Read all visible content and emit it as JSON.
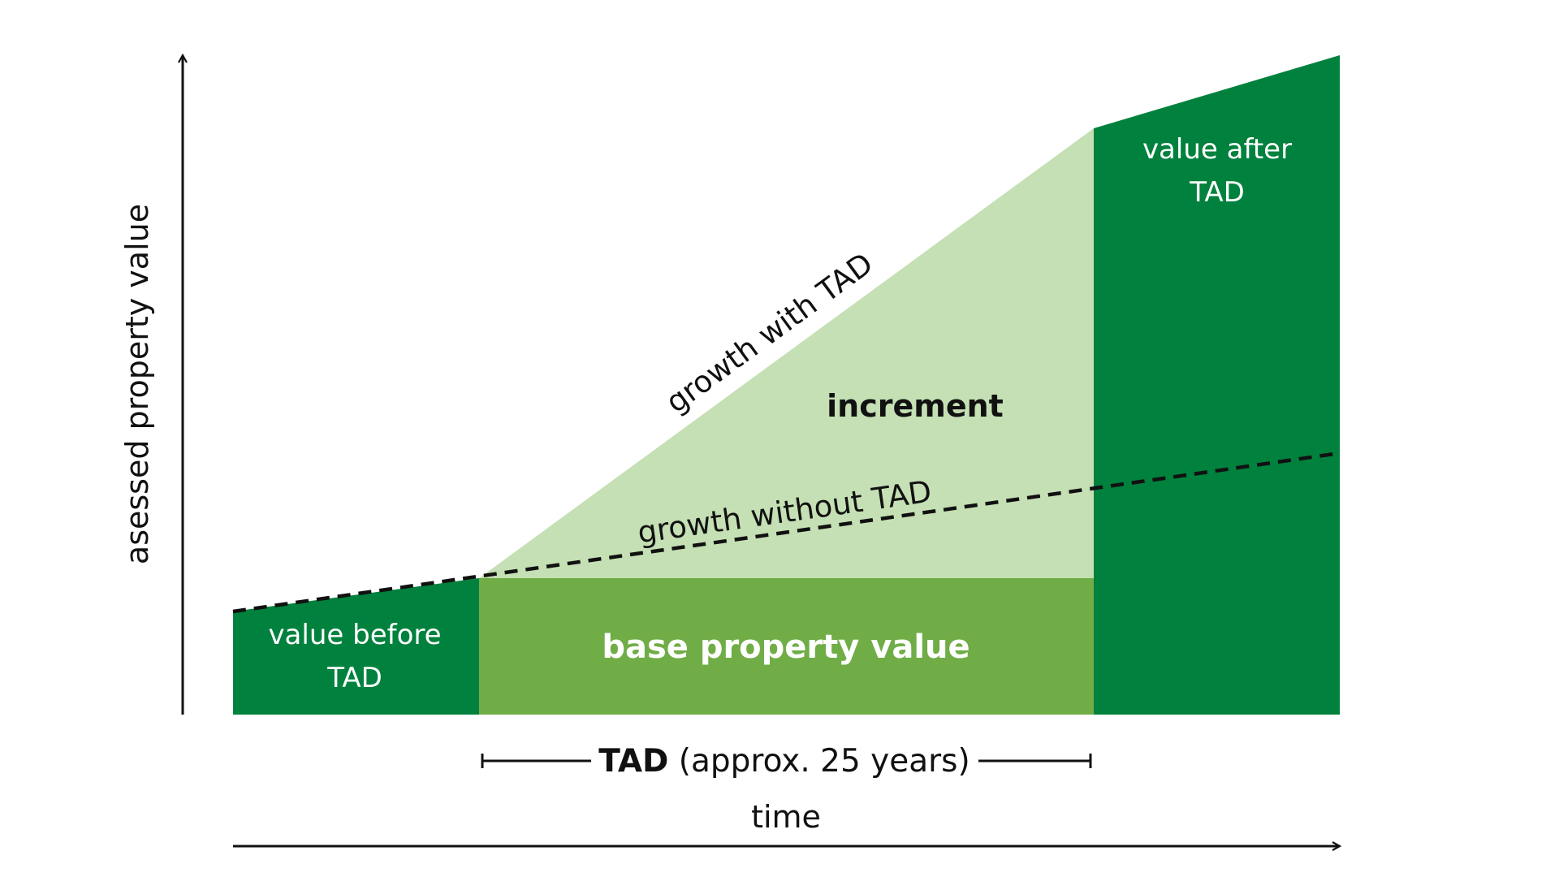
{
  "diagram": {
    "y_axis_label": "asessed property value",
    "x_axis_label": "time",
    "regions": {
      "value_before": {
        "line1": "value before",
        "line2": "TAD"
      },
      "base": "base property value",
      "increment": "increment",
      "value_after": {
        "line1": "value after",
        "line2": "TAD"
      }
    },
    "lines": {
      "with_tad": "growth with TAD",
      "without_tad": "growth without TAD"
    },
    "tad_span": {
      "bold": "TAD",
      "rest": " (approx. 25 years)"
    },
    "colors": {
      "dark_green": "#00813D",
      "medium_green": "#70AD47",
      "light_green": "#C5E0B4",
      "axis": "#111111"
    }
  }
}
